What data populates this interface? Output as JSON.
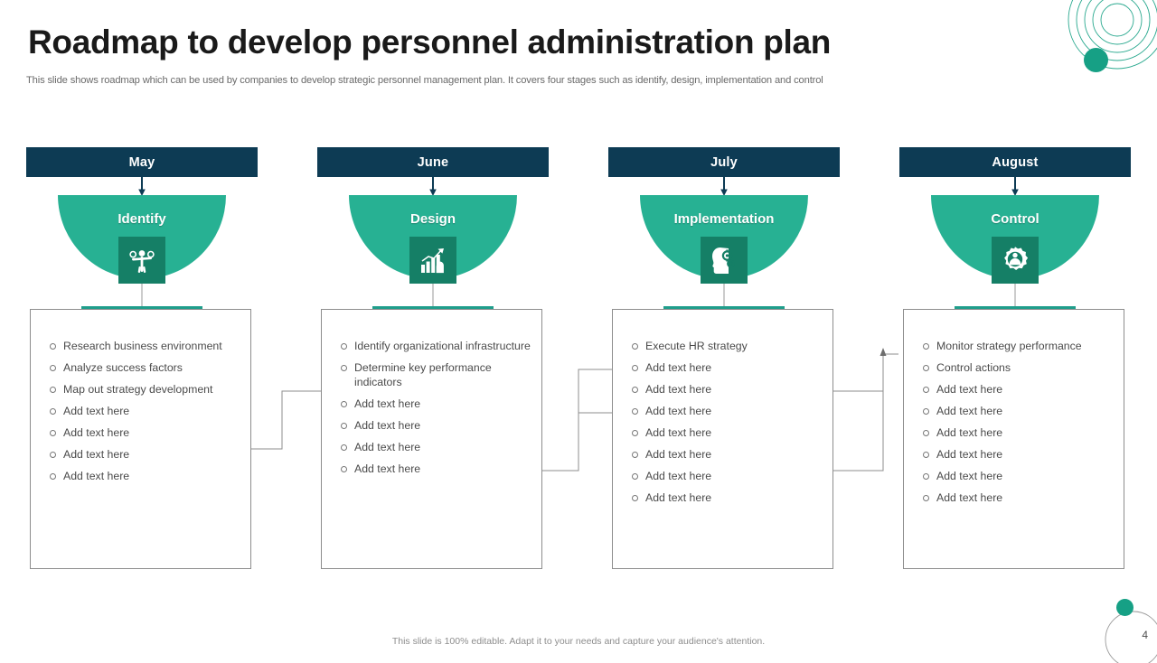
{
  "header": {
    "title": "Roadmap to develop personnel administration plan",
    "subtitle": "This slide shows roadmap which can be used by companies to develop strategic personnel management plan. It covers four stages such as identify, design, implementation and control"
  },
  "footer": {
    "note": "This slide is 100% editable.  Adapt it to your needs and capture your audience's attention.",
    "page_number": "4"
  },
  "theme": {
    "navy": "#0d3b54",
    "teal": "#27b193",
    "teal_dark": "#157f66",
    "accent": "#1f9e8b",
    "text": "#4a4a4a"
  },
  "columns": [
    {
      "month": "May",
      "stage": "Identify",
      "icon": "person-choice-icon",
      "items": [
        "Research business environment",
        "Analyze success factors",
        "Map out strategy development",
        "Add text here",
        "Add text here",
        "Add text here",
        "Add text here"
      ]
    },
    {
      "month": "June",
      "stage": "Design",
      "icon": "bar-chart-growth-icon",
      "items": [
        "Identify organizational infrastructure",
        "Determine key performance indicators",
        "Add text here",
        "Add text here",
        "Add text here",
        "Add text here"
      ]
    },
    {
      "month": "July",
      "stage": "Implementation",
      "icon": "head-gears-icon",
      "items": [
        "Execute HR strategy",
        "Add text here",
        "Add text here",
        "Add text here",
        "Add text here",
        "Add text here",
        "Add text here",
        "Add text here"
      ]
    },
    {
      "month": "August",
      "stage": "Control",
      "icon": "gear-person-icon",
      "items": [
        "Monitor strategy performance",
        "Control actions",
        "Add text here",
        "Add text here",
        "Add text here",
        "Add text here",
        "Add text here",
        "Add text here"
      ]
    }
  ]
}
